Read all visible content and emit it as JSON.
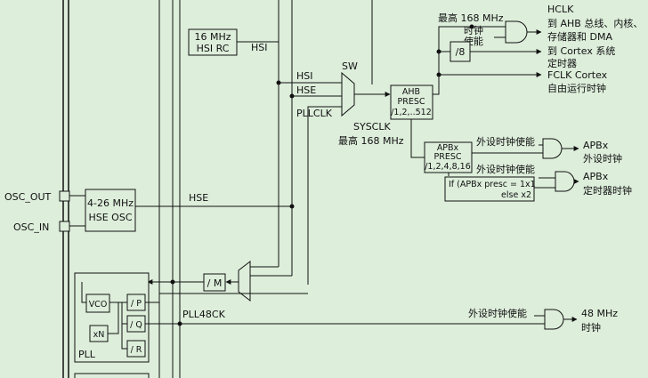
{
  "hsi_block": {
    "line1": "16 MHz",
    "line2": "HSI RC"
  },
  "hse_block": {
    "line1": "4-26 MHz",
    "line2": "HSE OSC"
  },
  "pins": {
    "osc_out": "OSC_OUT",
    "osc_in": "OSC_IN"
  },
  "signals": {
    "hsi": "HSI",
    "hsi_mux": "HSI",
    "hse_mux": "HSE",
    "hse_line": "HSE",
    "pllclk": "PLLCLK",
    "sw": "SW",
    "sysclk": "SYSCLK",
    "sysclk_max": "最高 168 MHz",
    "pll48ck": "PLL48CK"
  },
  "ahb": {
    "line1": "AHB",
    "line2": "PRESC",
    "line3": "/1,2,..512"
  },
  "apb": {
    "line1": "APBx",
    "line2": "PRESC",
    "line3": "/1,2,4,8,16"
  },
  "apb_timer_box": {
    "line1": "If (APBx presc = 1x1",
    "line2": "else x2"
  },
  "div8": "/8",
  "hclk": {
    "max": "最高 168 MHz",
    "enable1": "时钟",
    "enable2": "使能",
    "title": "HCLK",
    "desc1": "到 AHB 总线、内核、",
    "desc2": "存储器和 DMA"
  },
  "cortex_timer": {
    "line1": "到 Cortex 系统",
    "line2": "定时器"
  },
  "fclk": {
    "line1": "FCLK Cortex",
    "line2": "自由运行时钟"
  },
  "apb_periph": {
    "enable": "外设时钟使能",
    "title": "APBx",
    "desc": "外设时钟"
  },
  "apb_timer": {
    "enable": "外设时钟使能",
    "title": "APBx",
    "desc": "定时器时钟"
  },
  "usb48": {
    "enable": "外设时钟使能",
    "title": "48 MHz",
    "desc": "时钟"
  },
  "pll": {
    "label": "PLL",
    "vco": "VCO",
    "xn": "xN",
    "p": "/ P",
    "q": "/ Q",
    "r": "/ R"
  },
  "div_m": "/ M"
}
